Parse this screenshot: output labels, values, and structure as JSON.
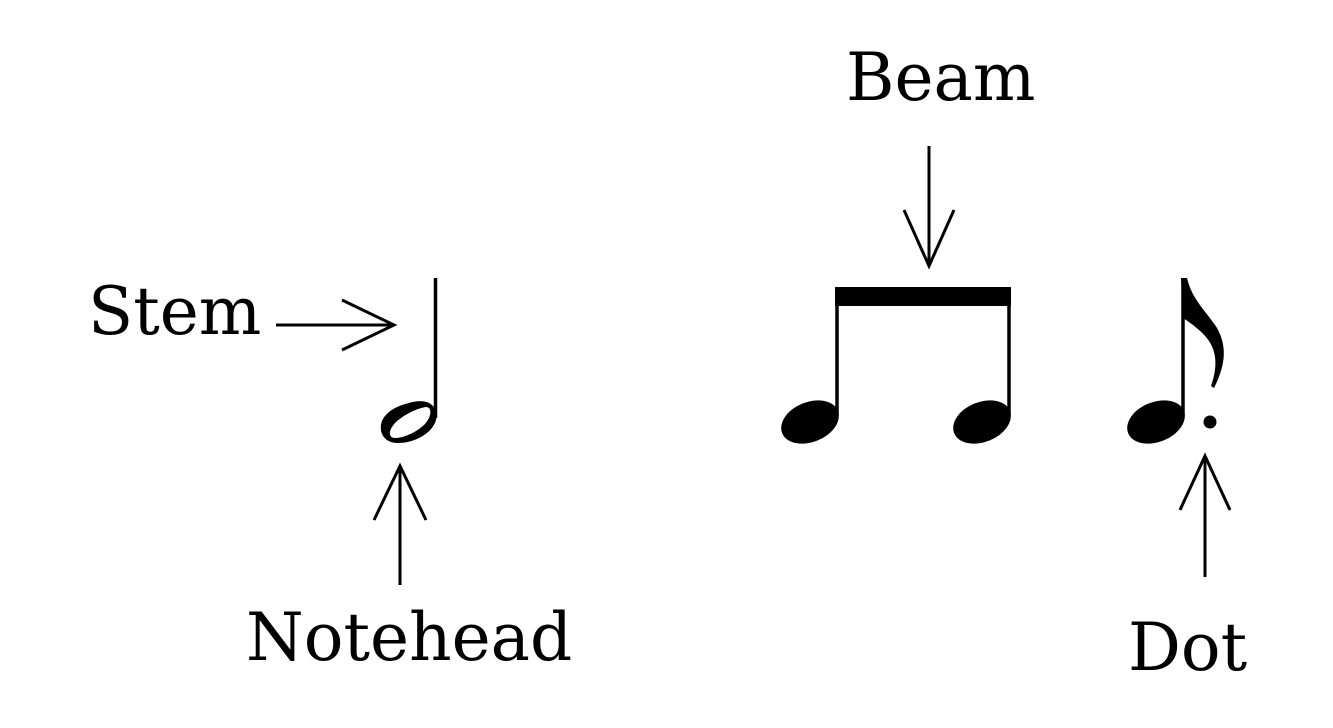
{
  "labels": {
    "stem": "Stem",
    "notehead": "Notehead",
    "beam": "Beam",
    "dot": "Dot"
  },
  "colors": {
    "ink": "#000000",
    "background": "#ffffff"
  }
}
